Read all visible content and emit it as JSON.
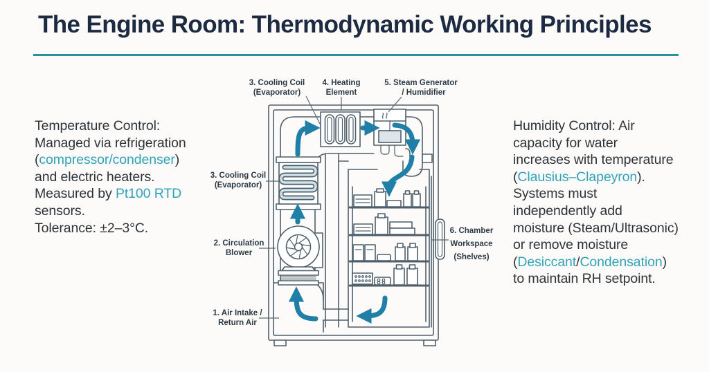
{
  "title": "The Engine Room: Thermodynamic Working Principles",
  "accent_colors": {
    "title_text": "#1c2b41",
    "body_text": "#2d3338",
    "teal_keyword_text": "#31a3b8",
    "divider_line": "#2c8f9b",
    "airflow_arrow": "#1f7fa6",
    "diagram_line": "#4f5f6a"
  },
  "left_panel": {
    "lines": [
      {
        "a": "Temperature Control:"
      },
      {
        "a": "Managed via refrigeration"
      },
      {
        "a": "(",
        "b": "compressor/condenser",
        "c": ")"
      },
      {
        "a": "and electric heaters."
      },
      {
        "a": "Measured by ",
        "b": "Pt100 RTD"
      },
      {
        "a": "sensors."
      },
      {
        "a": "Tolerance: ±2–3°C."
      }
    ]
  },
  "right_panel": {
    "lines": [
      {
        "a": "Humidity Control: Air"
      },
      {
        "a": "capacity for water"
      },
      {
        "a": "increases with temperature"
      },
      {
        "a": "(",
        "b": "Clausius–Clapeyron",
        "c": ")."
      },
      {
        "a": "Systems must"
      },
      {
        "a": "independently add"
      },
      {
        "a": "moisture (Steam/Ultrasonic)"
      },
      {
        "a": "or remove moisture"
      },
      {
        "a": "(",
        "b": "Desiccant",
        "c": "/",
        "d": "Condensation",
        "e": ")"
      },
      {
        "a": "to maintain RH setpoint."
      }
    ]
  },
  "diagram": {
    "labels": {
      "intake_1": "1. Air Intake /",
      "intake_2": "Return Air",
      "blower_1": "2. Circulation",
      "blower_2": "Blower",
      "coil_1": "3. Cooling Coil",
      "coil_2": "(Evaporator)",
      "heater_1": "4. Heating",
      "heater_2": "Element",
      "steam_1": "5. Steam Generator",
      "steam_2": "/ Humidifier",
      "chamber_1": "6. Chamber",
      "chamber_2": "Workspace",
      "chamber_3": "(Shelves)"
    }
  }
}
